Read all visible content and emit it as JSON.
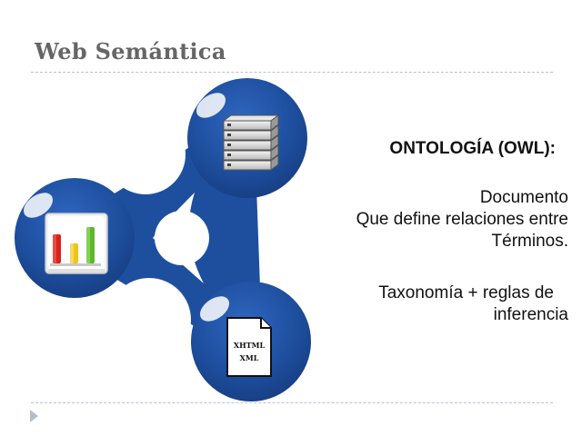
{
  "slide": {
    "title": "Web Semántica"
  },
  "diagram": {
    "accent_color": "#1f4e9e",
    "nodes": [
      {
        "id": "server",
        "icon": "server-stack-icon"
      },
      {
        "id": "chart",
        "icon": "bar-chart-icon"
      },
      {
        "id": "document",
        "icon": "document-icon",
        "labels": [
          "XHTML",
          "XML"
        ]
      }
    ]
  },
  "content": {
    "heading": "ONTOLOGÍA (OWL):",
    "paragraph1": [
      "Documento",
      "Que define relaciones entre",
      "Términos."
    ],
    "paragraph2": [
      "Taxonomía + reglas de",
      "inferencia"
    ]
  }
}
